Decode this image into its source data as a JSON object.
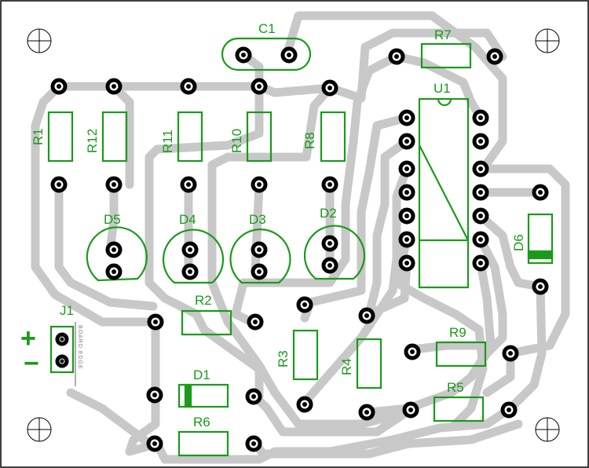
{
  "board": {
    "edge_label": "BOARD EDGE",
    "colors": {
      "trace": "#c8c8c8",
      "silkscreen": "#1a9a1a",
      "pad": "#000000",
      "outline": "#000000"
    }
  },
  "connector": {
    "ref": "J1",
    "plus": "+",
    "minus": "−"
  },
  "components": [
    {
      "ref": "C1"
    },
    {
      "ref": "R7"
    },
    {
      "ref": "U1"
    },
    {
      "ref": "R1"
    },
    {
      "ref": "R12"
    },
    {
      "ref": "R11"
    },
    {
      "ref": "R10"
    },
    {
      "ref": "R8"
    },
    {
      "ref": "D5"
    },
    {
      "ref": "D4"
    },
    {
      "ref": "D3"
    },
    {
      "ref": "D2"
    },
    {
      "ref": "D6"
    },
    {
      "ref": "R2"
    },
    {
      "ref": "R3"
    },
    {
      "ref": "R4"
    },
    {
      "ref": "R9"
    },
    {
      "ref": "R5"
    },
    {
      "ref": "D1"
    },
    {
      "ref": "R6"
    }
  ]
}
